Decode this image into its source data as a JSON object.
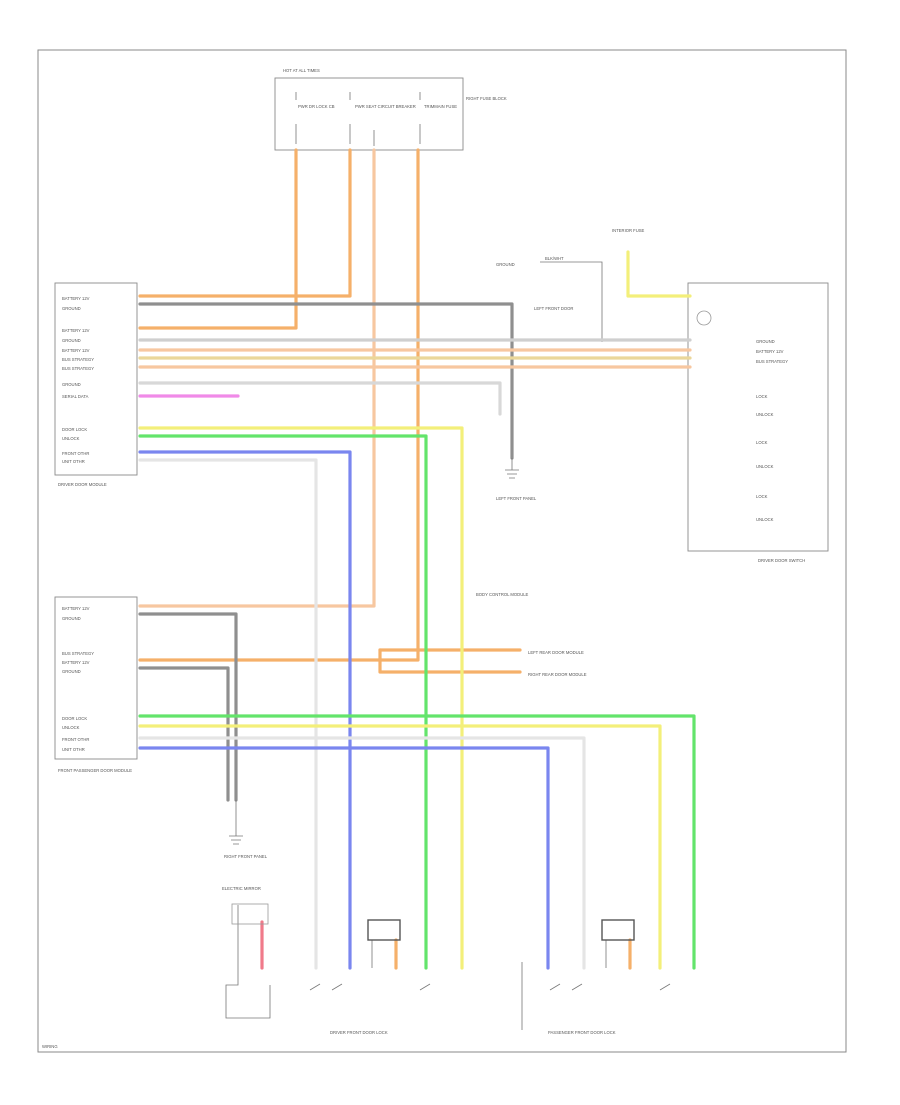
{
  "colors": {
    "orange": "#f5b06a",
    "peach": "#f7c7a0",
    "yellow": "#f3ef7a",
    "green": "#63e46b",
    "blue": "#7a86ef",
    "gray": "#8f8f8f",
    "lightgray": "#d8d8d8",
    "pink": "#f2a2c8",
    "magenta": "#f08ae8",
    "red": "#f07a8a",
    "tan": "#ead79a"
  },
  "text": {
    "fuse_block_title": "HOT AT ALL TIMES",
    "fuse_1": "PWR DR LOCK CB",
    "fuse_2": "PWR SEAT CIRCUIT BREAKER",
    "fuse_3": "TRIMMAIN FUSE",
    "fuse_block_name": "RIGHT FUSE BLOCK",
    "ground_top": "GROUND",
    "ground_top_tag": "BLK/WHT",
    "interior_fuse": "INTERIOR FUSE",
    "left_front_door_note": "LEFT FRONT DOOR",
    "dm_pins": [
      "BATTERY 12V",
      "GROUND",
      "BATTERY 12V",
      "GROUND",
      "BATTERY 12V",
      "BUS STRATEGY",
      "BUS STRATEGY",
      "GROUND",
      "SERIAL DATA",
      "DOOR LOCK",
      "UNLOCK",
      "FRONT OTHR",
      "UNIT OTHR"
    ],
    "dm_name": "DRIVER DOOR MODULE",
    "pm_pins": [
      "BATTERY 12V",
      "GROUND",
      "BUS STRATEGY",
      "BATTERY 12V",
      "GROUND",
      "DOOR LOCK",
      "UNLOCK",
      "FRONT OTHR",
      "UNIT OTHR"
    ],
    "pm_name": "FRONT PASSENGER DOOR MODULE",
    "sw_pins": [
      "GROUND",
      "BATTERY 12V",
      "BUS STRATEGY",
      "LOCK",
      "UNLOCK",
      "LOCK",
      "UNLOCK",
      "LOCK",
      "UNLOCK"
    ],
    "sw_name": "DRIVER DOOR SWITCH",
    "left_front_ground": "LEFT FRONT PANEL",
    "right_front_ground": "RIGHT FRONT PANEL",
    "note_right": "BODY CONTROL MODULE",
    "left_rear": "LEFT REAR DOOR MODULE",
    "right_rear": "RIGHT REAR DOOR MODULE",
    "elec_mirror": "ELECTRIC MIRROR",
    "driver_lock_group": "DRIVER FRONT DOOR LOCK",
    "passenger_lock_group": "PASSENGER FRONT DOOR LOCK",
    "footer": "WIRING"
  }
}
